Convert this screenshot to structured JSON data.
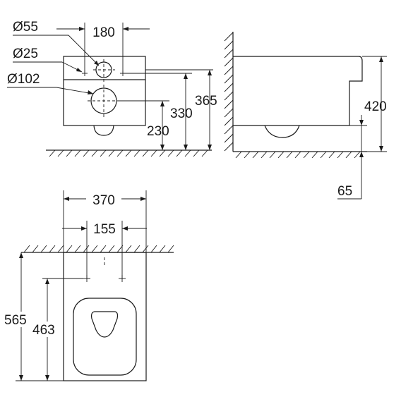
{
  "front_view": {
    "dia_labels": [
      "Ø55",
      "Ø25",
      "Ø102"
    ],
    "dim_width": "180",
    "dim_h230": "230",
    "dim_h330": "330",
    "dim_h365": "365"
  },
  "side_view": {
    "dim_h420": "420",
    "dim_h65": "65"
  },
  "top_view": {
    "dim_width": "370",
    "dim_spacing": "155",
    "dim_len565": "565",
    "dim_len463": "463"
  }
}
